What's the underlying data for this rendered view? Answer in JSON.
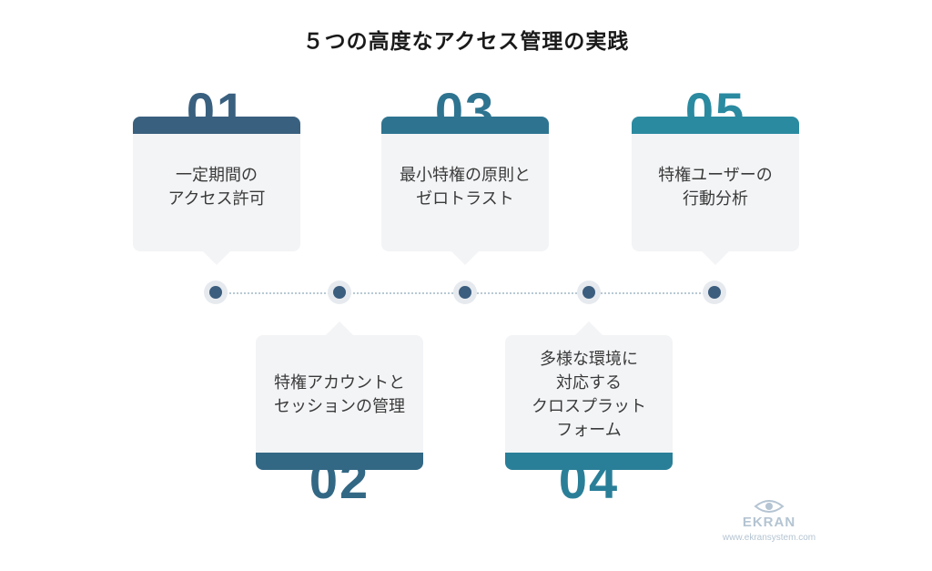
{
  "title": "５つの高度なアクセス管理の実践",
  "steps": [
    {
      "number": "01",
      "text": "一定期間の\nアクセス許可",
      "color": "#3a607f"
    },
    {
      "number": "02",
      "text": "特権アカウントと\nセッションの管理",
      "color": "#336885"
    },
    {
      "number": "03",
      "text": "最小特権の原則と\nゼロトラスト",
      "color": "#2e7490"
    },
    {
      "number": "04",
      "text": "多様な環境に\n対応する\nクロスプラット\nフォーム",
      "color": "#2a7f98"
    },
    {
      "number": "05",
      "text": "特権ユーザーの\n行動分析",
      "color": "#2a8aa0"
    }
  ],
  "logo": {
    "brand": "EKRAN",
    "url": "www.ekransystem.com",
    "icon": "eye-icon"
  }
}
